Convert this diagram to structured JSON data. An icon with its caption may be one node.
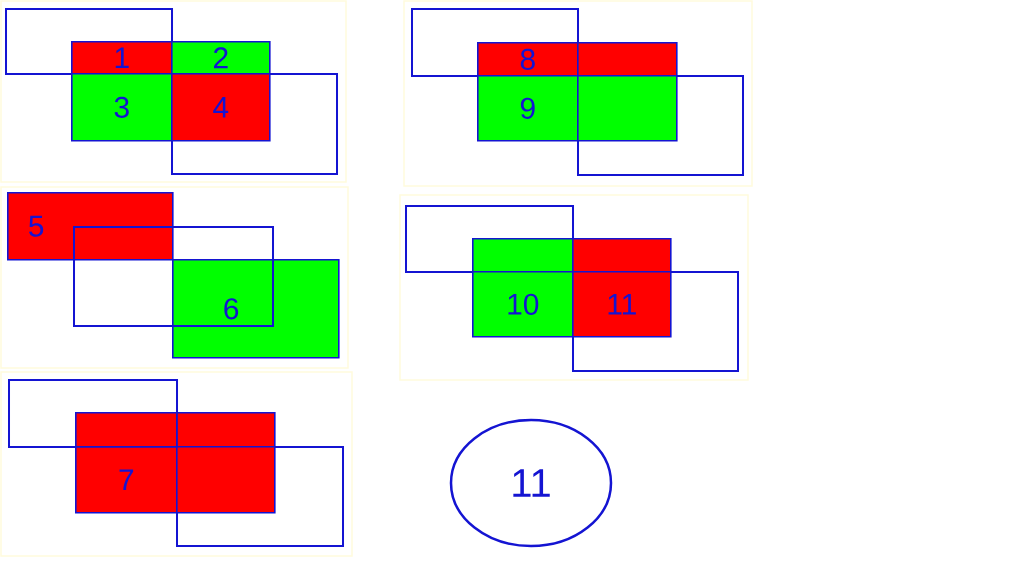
{
  "diagram": {
    "nodes": [
      {
        "text": [],
        "shape": "box"
      },
      {
        "text": [],
        "shape": "box"
      },
      {
        "text": [
          "1"
        ],
        "in": 0
      },
      {
        "text": [
          "2"
        ]
      },
      {
        "text": [
          "3"
        ]
      },
      {
        "text": [
          "4"
        ],
        "in": 1
      },
      {
        "text": [],
        "shape": "box"
      },
      {
        "text": [],
        "shape": "box"
      },
      {
        "text": [
          "8"
        ],
        "in": 6
      },
      {
        "text": [],
        "shape": "box"
      },
      {
        "text": [
          "9"
        ]
      },
      {
        "text": [],
        "shape": "box",
        "in": 7
      },
      {
        "text": [
          "5"
        ]
      },
      {
        "text": [],
        "shape": "box"
      },
      {
        "text": [
          "6"
        ]
      },
      {
        "text": [],
        "shape": "box"
      },
      {
        "text": [],
        "shape": "box"
      },
      {
        "text": [],
        "shape": "box",
        "in": 15
      },
      {
        "text": [],
        "shape": "box"
      },
      {
        "text": [
          "10"
        ]
      },
      {
        "text": [
          "11"
        ],
        "in": 16
      },
      {
        "text": [],
        "shape": "box"
      },
      {
        "text": [],
        "shape": "box"
      },
      {
        "text": [
          "7"
        ]
      },
      {
        "text": [],
        "shape": "box"
      },
      {
        "text": [],
        "shape": "box",
        "in": 22
      },
      {
        "text": [],
        "shape": "box",
        "in": 21
      },
      {
        "text": [
          "11"
        ]
      }
    ]
  }
}
